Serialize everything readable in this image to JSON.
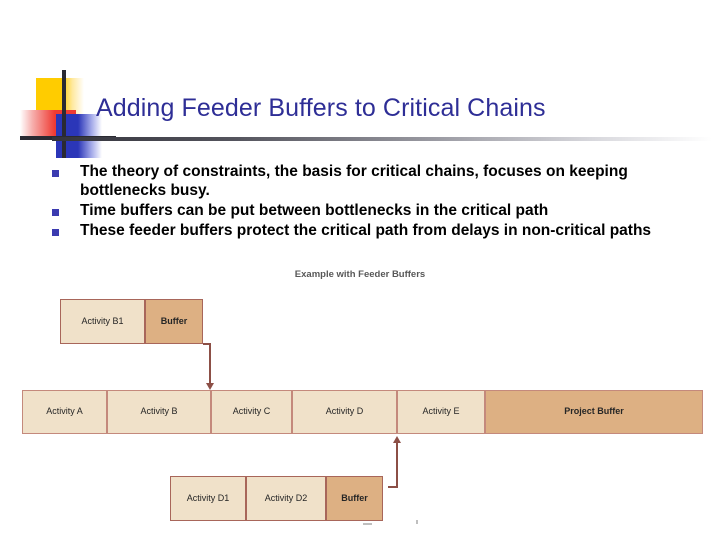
{
  "slide": {
    "title": "Adding Feeder Buffers to Critical Chains",
    "title_color": "#2e2e96",
    "background_color": "#ffffff"
  },
  "logo": {
    "yellow": "#ffcc00",
    "red": "#ef3b33",
    "blue": "#2b36b8",
    "cross": "#2a2a32"
  },
  "bullets": {
    "marker_color": "#3b3bb0",
    "items": [
      "The theory of constraints, the basis for critical chains, focuses on keeping bottlenecks busy.",
      "Time buffers can be put between bottlenecks in the critical path",
      "These feeder buffers protect the critical path from delays in non-critical paths"
    ]
  },
  "diagram": {
    "caption": "Example with Feeder Buffers",
    "colors": {
      "activity_fill": "#f0e1c9",
      "buffer_fill": "#ddb083",
      "border": "#a8665a",
      "connector": "#8c4f46"
    },
    "feeder_top": {
      "boxes": [
        {
          "label": "Activity B1",
          "type": "activity"
        },
        {
          "label": "Buffer",
          "type": "buffer"
        }
      ]
    },
    "critical_chain": {
      "boxes": [
        {
          "label": "Activity A",
          "type": "activity"
        },
        {
          "label": "Activity B",
          "type": "activity"
        },
        {
          "label": "Activity C",
          "type": "activity"
        },
        {
          "label": "Activity D",
          "type": "activity"
        },
        {
          "label": "Activity E",
          "type": "activity"
        },
        {
          "label": "Project Buffer",
          "type": "buffer"
        }
      ]
    },
    "feeder_bottom": {
      "boxes": [
        {
          "label": "Activity D1",
          "type": "activity"
        },
        {
          "label": "Activity D2",
          "type": "activity"
        },
        {
          "label": "Buffer",
          "type": "buffer"
        }
      ]
    },
    "connectors": [
      {
        "from": "feeder_top.Buffer",
        "to": "critical_chain.Activity C",
        "arrow": "down"
      },
      {
        "from": "feeder_bottom.Buffer",
        "to": "critical_chain.Activity E",
        "arrow": "up"
      }
    ]
  }
}
